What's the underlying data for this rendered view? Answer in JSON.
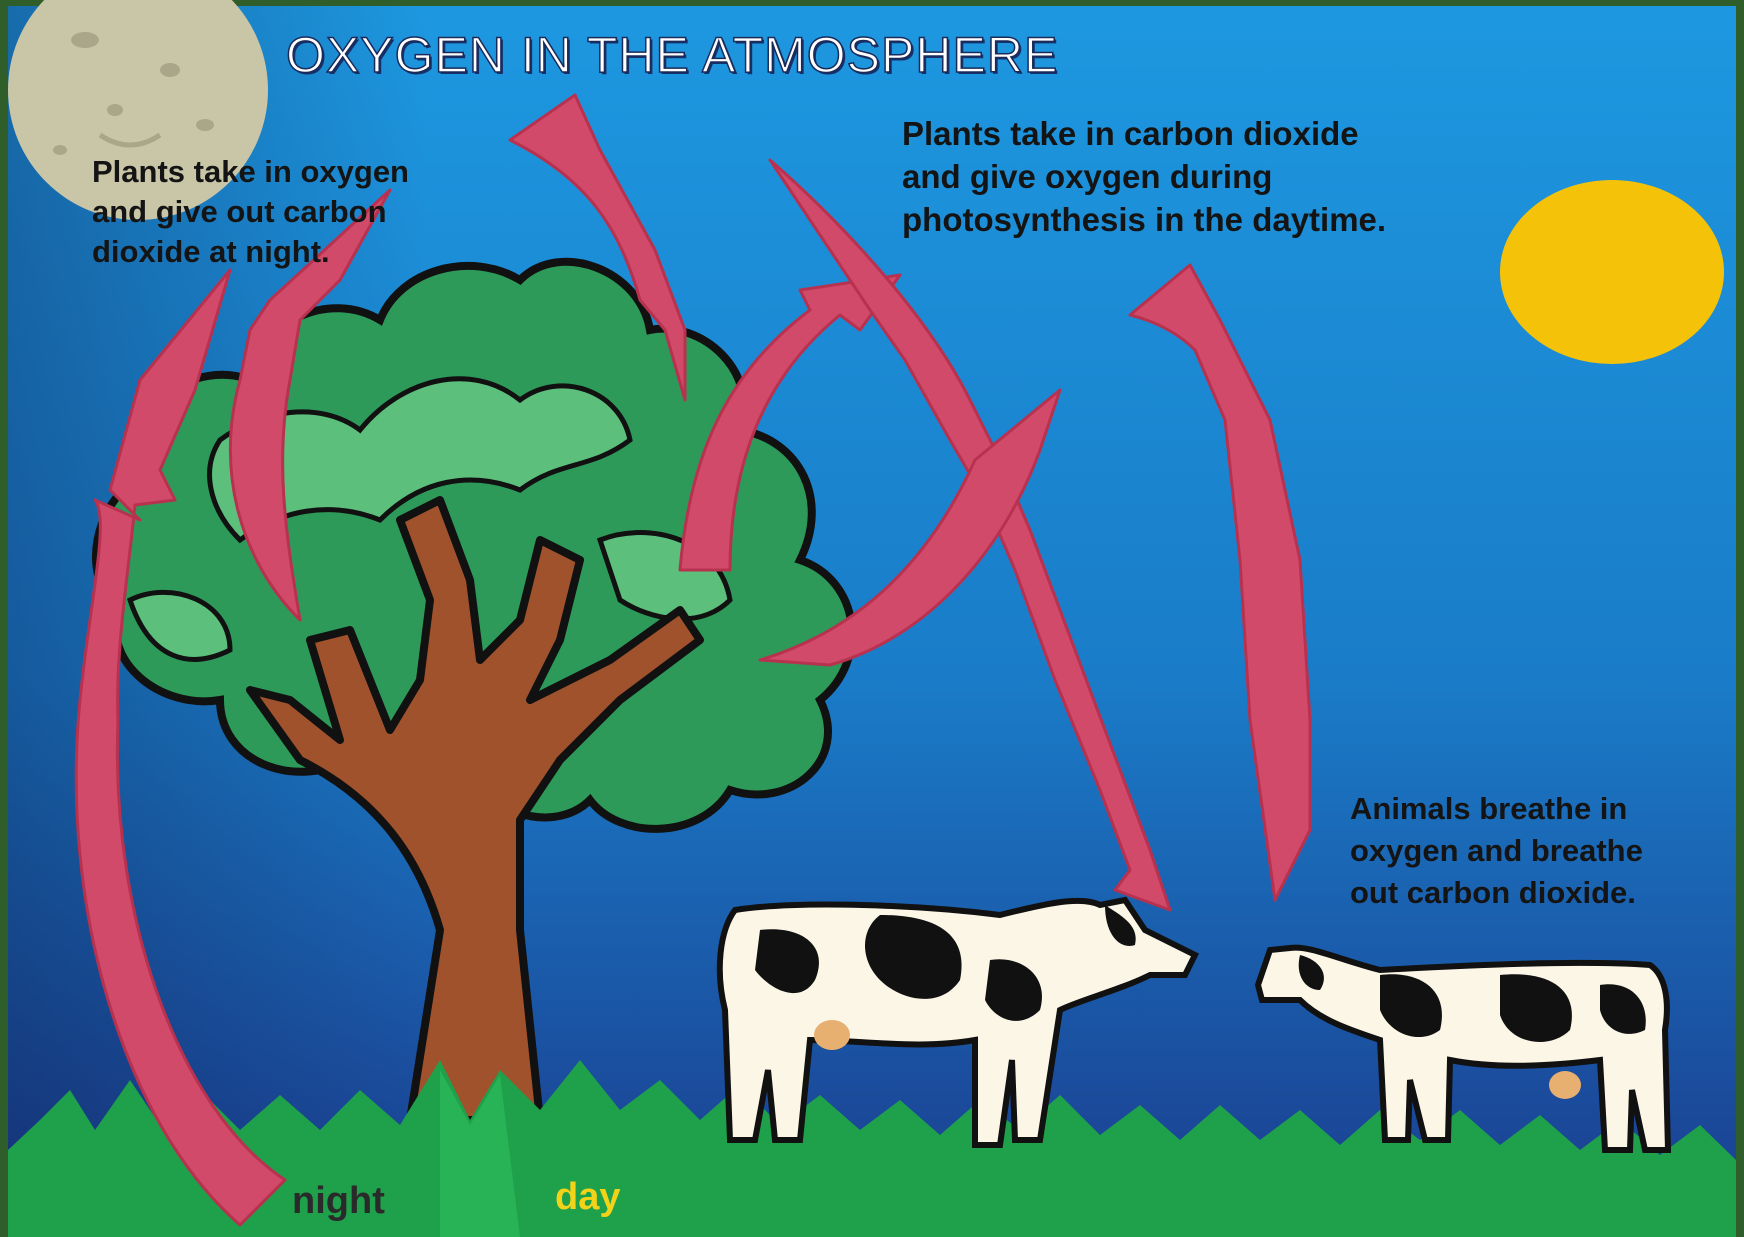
{
  "title": "OXYGEN IN THE ATMOSPHERE",
  "notes": {
    "night": "Plants take in oxygen\nand give out carbon\ndioxide at night.",
    "day": "Plants take in carbon dioxide\nand give oxygen during\nphotosynthesis in the daytime.",
    "animals": "Animals breathe in\noxygen and breathe\nout carbon dioxide."
  },
  "ground_labels": {
    "night": "night",
    "day": "day"
  },
  "colors": {
    "sky_top": "#1d8fd8",
    "sky_bottom": "#1a3a8c",
    "arrow": "#d24a6a",
    "sun": "#f5c20a",
    "moon": "#c9c6a8",
    "grass": "#1fa04a",
    "trunk": "#a0522d",
    "foliage": "#2e9a5a",
    "foliage_light": "#5cbf7c",
    "border": "#2f5e2a"
  },
  "icons": [
    "moon-icon",
    "sun-icon",
    "tree-icon",
    "cow-icon"
  ]
}
